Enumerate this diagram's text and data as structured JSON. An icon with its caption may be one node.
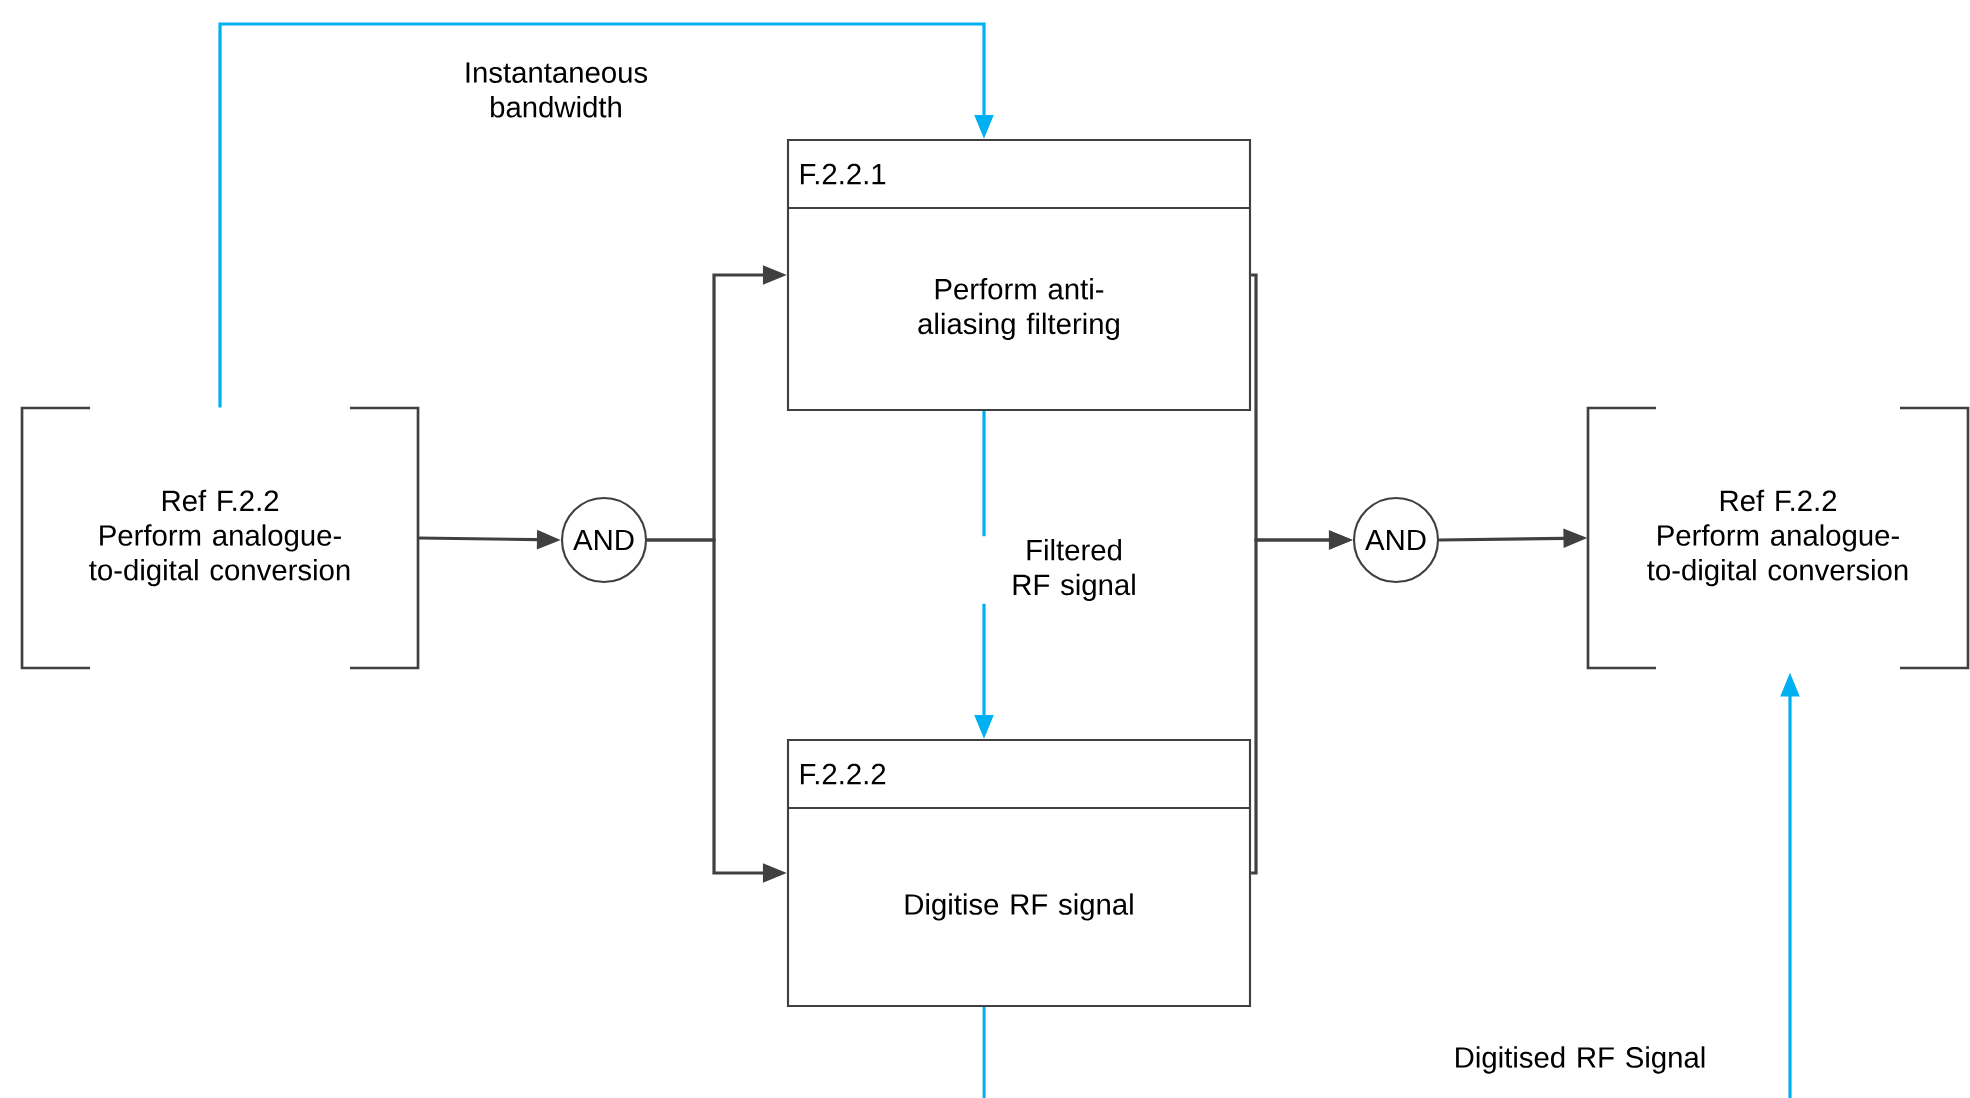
{
  "diagram": {
    "nodes": [
      {
        "text": [
          "Ref F.2.2",
          "Perform analogue-to-digital conversion"
        ]
      },
      {
        "text": [
          "AND"
        ]
      },
      {
        "text": [
          "F.2.2.1",
          "Perform anti-aliasing filtering"
        ]
      },
      {
        "text": [
          "F.2.2.2",
          "Digitise RF signal"
        ]
      },
      {
        "text": [
          "AND"
        ]
      },
      {
        "text": [
          "Ref F.2.2",
          "Perform analogue-to-digital conversion"
        ]
      }
    ],
    "edges": [
      {
        "from": 0,
        "to": 1,
        "arrow": "to"
      },
      {
        "from": 1,
        "to": 2,
        "arrow": "to"
      },
      {
        "from": 1,
        "to": 3,
        "arrow": "to"
      },
      {
        "from": 2,
        "to": 4,
        "arrow": "to"
      },
      {
        "from": 3,
        "to": 4,
        "arrow": "to"
      },
      {
        "from": 4,
        "to": 5,
        "arrow": "to"
      },
      {
        "from": 0,
        "to": 2,
        "arrow": "to",
        "label": "Instantaneous bandwidth",
        "color": "#00b0f0"
      },
      {
        "from": 2,
        "to": 3,
        "arrow": "to",
        "label": "Filtered RF signal",
        "color": "#00b0f0"
      },
      {
        "from": 3,
        "to": null,
        "arrow": "none",
        "color": "#00b0f0"
      },
      {
        "from": null,
        "to": 5,
        "arrow": "to",
        "label": "Digitised RF Signal",
        "color": "#00b0f0"
      }
    ]
  }
}
